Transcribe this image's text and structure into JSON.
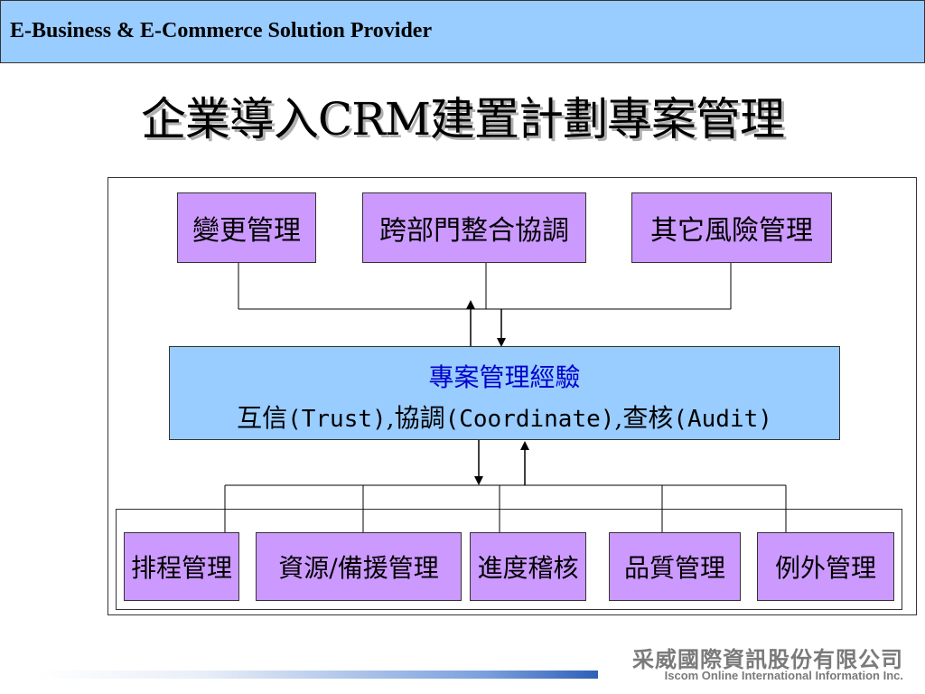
{
  "header": {
    "text": "E-Business & E-Commerce Solution Provider"
  },
  "title": "企業導入CRM建置計劃專案管理",
  "diagram": {
    "top_boxes": [
      "變更管理",
      "跨部門整合協調",
      "其它風險管理"
    ],
    "center": {
      "line1": "專案管理經驗",
      "line2_parts": [
        "互信",
        "(Trust)",
        ",協調",
        "(Coordinate)",
        ",查核",
        "(Audit)"
      ]
    },
    "bottom_boxes": [
      "排程管理",
      "資源/備援管理",
      "進度稽核",
      "品質管理",
      "例外管理"
    ]
  },
  "footer": {
    "company_cn": "采威國際資訊股份有限公司",
    "company_en": "Iscom Online International Information Inc."
  },
  "colors": {
    "header_bg": "#99ccff",
    "box_purple": "#cc99ff",
    "box_blue": "#99ccff",
    "center_title": "#0000cc"
  }
}
